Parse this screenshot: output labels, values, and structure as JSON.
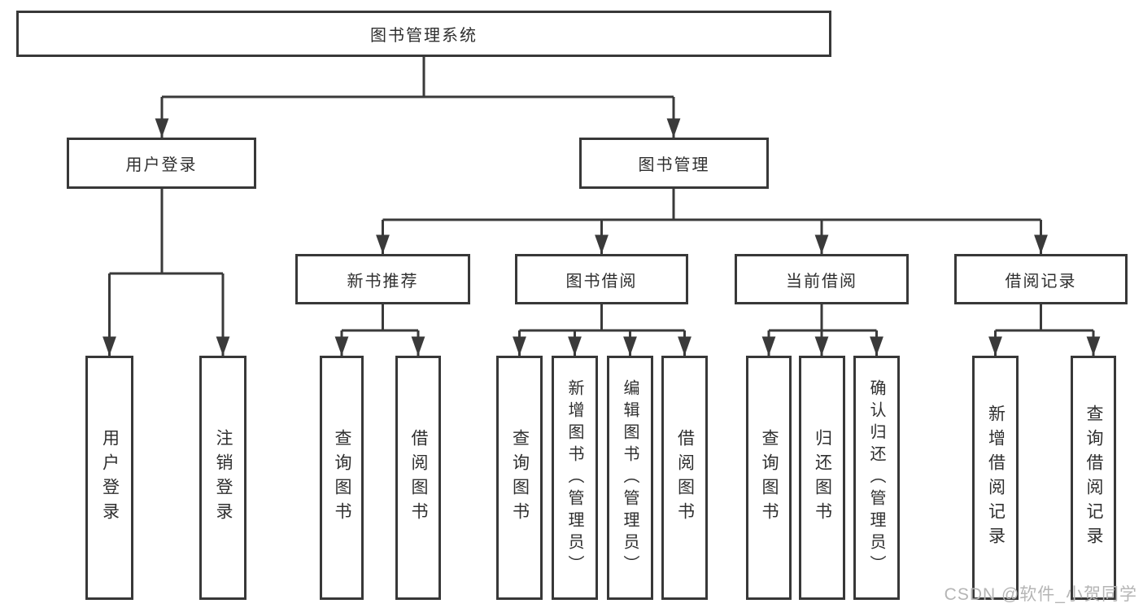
{
  "tree": {
    "root": "图书管理系统",
    "children": [
      {
        "label": "用户登录",
        "children": [
          "用户登录",
          "注销登录"
        ]
      },
      {
        "label": "图书管理",
        "children": [
          {
            "label": "新书推荐",
            "children": [
              "查询图书",
              "借阅图书"
            ]
          },
          {
            "label": "图书借阅",
            "children": [
              "查询图书",
              "新增图书（管理员）",
              "编辑图书（管理员）",
              "借阅图书"
            ]
          },
          {
            "label": "当前借阅",
            "children": [
              "查询图书",
              "归还图书",
              "确认归还（管理员）"
            ]
          },
          {
            "label": "借阅记录",
            "children": [
              "新增借阅记录",
              "查询借阅记录"
            ]
          }
        ]
      }
    ]
  },
  "watermark": "CSDN @软件_小贺同学",
  "colors": {
    "line": "#3a3a3a",
    "border": "#383838",
    "text": "#2f2f2f",
    "watermark": "#b5b5b5",
    "background": "#ffffff"
  }
}
